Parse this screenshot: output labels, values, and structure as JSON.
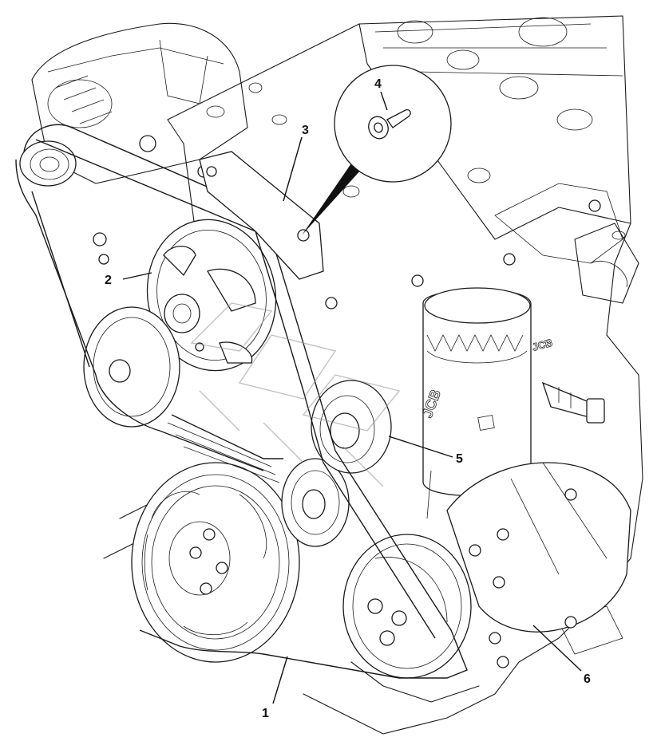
{
  "callouts": [
    {
      "id": "1",
      "label": "1"
    },
    {
      "id": "2",
      "label": "2"
    },
    {
      "id": "3",
      "label": "3"
    },
    {
      "id": "4",
      "label": "4"
    },
    {
      "id": "5",
      "label": "5"
    },
    {
      "id": "6",
      "label": "6"
    }
  ],
  "brand_marks": {
    "filter_logo": "JCB",
    "side_logo": "JCB"
  },
  "colors": {
    "line": "#1a1a1a",
    "background": "#ffffff",
    "watermark": "#9a9a9a"
  }
}
